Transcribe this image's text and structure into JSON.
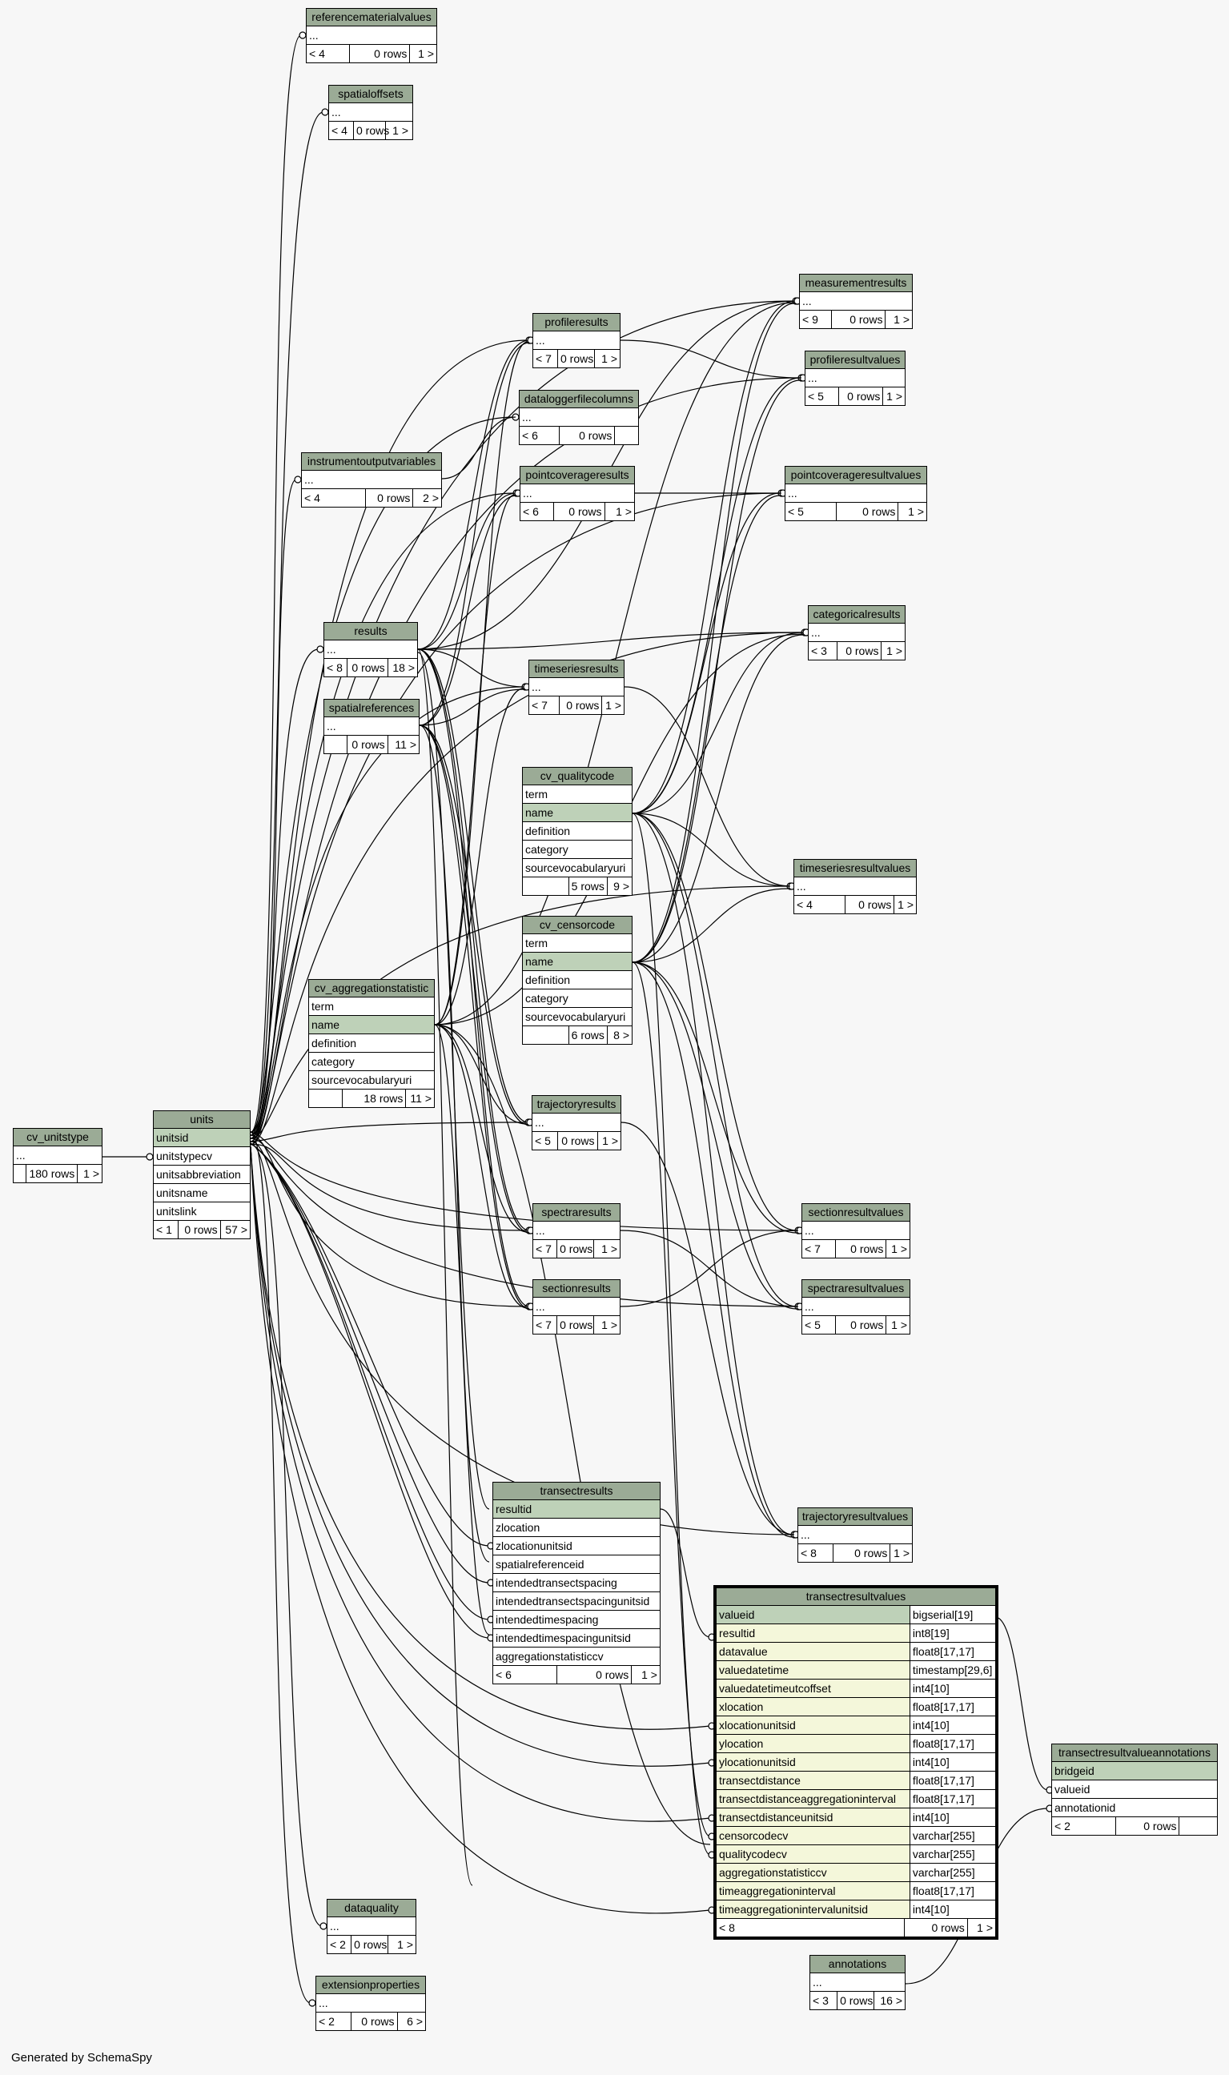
{
  "footer": "Generated by SchemaSpy",
  "colors": {
    "header": "#9bab96",
    "primary_key": "#bed1b8",
    "focus_row": "#f4f7da",
    "background": "#f7f7f7"
  },
  "tables": [
    {
      "name": "referencematerialvalues",
      "rows": [
        "..."
      ],
      "footer": [
        "< 4",
        "0 rows",
        "1 >"
      ]
    },
    {
      "name": "spatialoffsets",
      "rows": [
        "..."
      ],
      "footer": [
        "< 4",
        "0 rows",
        "1 >"
      ]
    },
    {
      "name": "measurementresults",
      "rows": [
        "..."
      ],
      "footer": [
        "< 9",
        "0 rows",
        "1 >"
      ]
    },
    {
      "name": "profileresults",
      "rows": [
        "..."
      ],
      "footer": [
        "< 7",
        "0 rows",
        "1 >"
      ]
    },
    {
      "name": "profileresultvalues",
      "rows": [
        "..."
      ],
      "footer": [
        "< 5",
        "0 rows",
        "1 >"
      ]
    },
    {
      "name": "dataloggerfilecolumns",
      "rows": [
        "..."
      ],
      "footer": [
        "< 6",
        "0 rows",
        ""
      ]
    },
    {
      "name": "instrumentoutputvariables",
      "rows": [
        "..."
      ],
      "footer": [
        "< 4",
        "0 rows",
        "2 >"
      ]
    },
    {
      "name": "pointcoverageresults",
      "rows": [
        "..."
      ],
      "footer": [
        "< 6",
        "0 rows",
        "1 >"
      ]
    },
    {
      "name": "pointcoverageresultvalues",
      "rows": [
        "..."
      ],
      "footer": [
        "< 5",
        "0 rows",
        "1 >"
      ]
    },
    {
      "name": "categoricalresults",
      "rows": [
        "..."
      ],
      "footer": [
        "< 3",
        "0 rows",
        "1 >"
      ]
    },
    {
      "name": "results",
      "rows": [
        "..."
      ],
      "footer": [
        "< 8",
        "0 rows",
        "18 >"
      ]
    },
    {
      "name": "timeseriesresults",
      "rows": [
        "..."
      ],
      "footer": [
        "< 7",
        "0 rows",
        "1 >"
      ]
    },
    {
      "name": "spatialreferences",
      "rows": [
        "..."
      ],
      "footer": [
        "",
        "0 rows",
        "11 >"
      ]
    },
    {
      "name": "cv_qualitycode",
      "rows": [
        "term",
        "name",
        "definition",
        "category",
        "sourcevocabularyuri"
      ],
      "footer": [
        "",
        "5 rows",
        "9 >"
      ]
    },
    {
      "name": "timeseriesresultvalues",
      "rows": [
        "..."
      ],
      "footer": [
        "< 4",
        "0 rows",
        "1 >"
      ]
    },
    {
      "name": "cv_censorcode",
      "rows": [
        "term",
        "name",
        "definition",
        "category",
        "sourcevocabularyuri"
      ],
      "footer": [
        "",
        "6 rows",
        "8 >"
      ]
    },
    {
      "name": "cv_aggregationstatistic",
      "rows": [
        "term",
        "name",
        "definition",
        "category",
        "sourcevocabularyuri"
      ],
      "footer": [
        "",
        "18 rows",
        "11 >"
      ]
    },
    {
      "name": "trajectoryresults",
      "rows": [
        "..."
      ],
      "footer": [
        "< 5",
        "0 rows",
        "1 >"
      ]
    },
    {
      "name": "cv_unitstype",
      "rows": [
        "..."
      ],
      "footer": [
        "",
        "180 rows",
        "1 >"
      ]
    },
    {
      "name": "units",
      "rows": [
        "unitsid",
        "unitstypecv",
        "unitsabbreviation",
        "unitsname",
        "unitslink"
      ],
      "footer": [
        "< 1",
        "0 rows",
        "57 >"
      ]
    },
    {
      "name": "spectraresults",
      "rows": [
        "..."
      ],
      "footer": [
        "< 7",
        "0 rows",
        "1 >"
      ]
    },
    {
      "name": "sectionresultvalues",
      "rows": [
        "..."
      ],
      "footer": [
        "< 7",
        "0 rows",
        "1 >"
      ]
    },
    {
      "name": "sectionresults",
      "rows": [
        "..."
      ],
      "footer": [
        "< 7",
        "0 rows",
        "1 >"
      ]
    },
    {
      "name": "spectraresultvalues",
      "rows": [
        "..."
      ],
      "footer": [
        "< 5",
        "0 rows",
        "1 >"
      ]
    },
    {
      "name": "transectresults",
      "rows": [
        "resultid",
        "zlocation",
        "zlocationunitsid",
        "spatialreferenceid",
        "intendedtransectspacing",
        "intendedtransectspacingunitsid",
        "intendedtimespacing",
        "intendedtimespacingunitsid",
        "aggregationstatisticcv"
      ],
      "footer": [
        "< 6",
        "0 rows",
        "1 >"
      ]
    },
    {
      "name": "trajectoryresultvalues",
      "rows": [
        "..."
      ],
      "footer": [
        "< 8",
        "0 rows",
        "1 >"
      ]
    },
    {
      "name": "transectresultvalues",
      "rows": [
        [
          "valueid",
          "bigserial[19]"
        ],
        [
          "resultid",
          "int8[19]"
        ],
        [
          "datavalue",
          "float8[17,17]"
        ],
        [
          "valuedatetime",
          "timestamp[29,6]"
        ],
        [
          "valuedatetimeutcoffset",
          "int4[10]"
        ],
        [
          "xlocation",
          "float8[17,17]"
        ],
        [
          "xlocationunitsid",
          "int4[10]"
        ],
        [
          "ylocation",
          "float8[17,17]"
        ],
        [
          "ylocationunitsid",
          "int4[10]"
        ],
        [
          "transectdistance",
          "float8[17,17]"
        ],
        [
          "transectdistanceaggregationinterval",
          "float8[17,17]"
        ],
        [
          "transectdistanceunitsid",
          "int4[10]"
        ],
        [
          "censorcodecv",
          "varchar[255]"
        ],
        [
          "qualitycodecv",
          "varchar[255]"
        ],
        [
          "aggregationstatisticcv",
          "varchar[255]"
        ],
        [
          "timeaggregationinterval",
          "float8[17,17]"
        ],
        [
          "timeaggregationintervalunitsid",
          "int4[10]"
        ]
      ],
      "footer": [
        "< 8",
        "0 rows",
        "1 >"
      ]
    },
    {
      "name": "transectresultvalueannotations",
      "rows": [
        "bridgeid",
        "valueid",
        "annotationid"
      ],
      "footer": [
        "< 2",
        "0 rows",
        ""
      ]
    },
    {
      "name": "dataquality",
      "rows": [
        "..."
      ],
      "footer": [
        "< 2",
        "0 rows",
        "1 >"
      ]
    },
    {
      "name": "annotations",
      "rows": [
        "..."
      ],
      "footer": [
        "< 3",
        "0 rows",
        "16 >"
      ]
    },
    {
      "name": "extensionproperties",
      "rows": [
        "..."
      ],
      "footer": [
        "< 2",
        "0 rows",
        "6 >"
      ]
    }
  ]
}
